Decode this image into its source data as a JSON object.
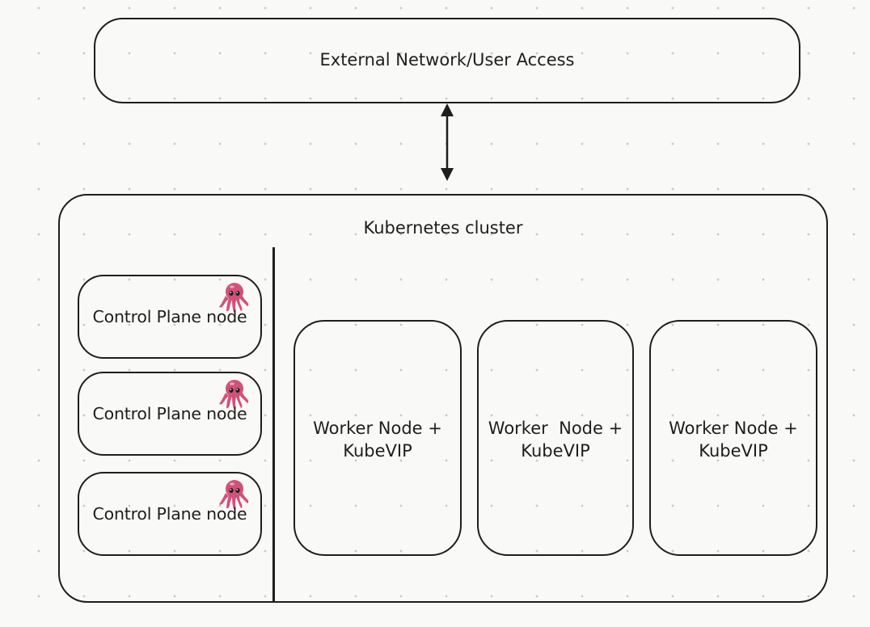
{
  "diagram": {
    "external": {
      "label": "External Network/User Access"
    },
    "cluster": {
      "label": "Kubernetes cluster"
    },
    "control_plane_nodes": [
      {
        "label": "Control Plane node",
        "icon": "octopus-icon"
      },
      {
        "label": "Control Plane node",
        "icon": "octopus-icon"
      },
      {
        "label": "Control Plane node",
        "icon": "octopus-icon"
      }
    ],
    "worker_nodes": [
      {
        "label": "Worker Node +\nKubeVIP"
      },
      {
        "label": "Worker  Node +\nKubeVIP"
      },
      {
        "label": "Worker Node +\nKubeVIP"
      }
    ],
    "colors": {
      "stroke": "#1e1e1e",
      "background": "#f9f9f7",
      "octopus": "#d2517a"
    }
  }
}
